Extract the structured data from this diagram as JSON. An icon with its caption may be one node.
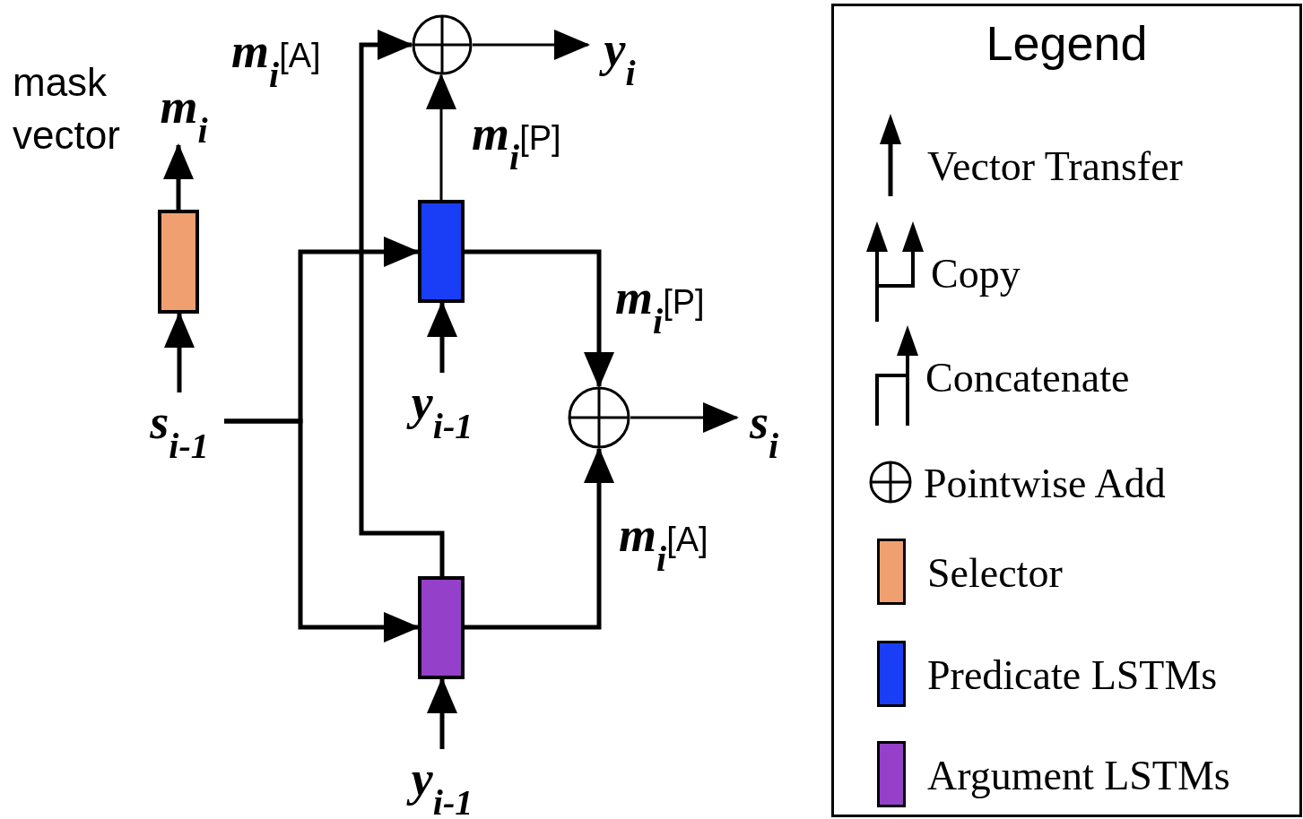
{
  "diagram": {
    "nodes": [
      {
        "text": [],
        "shape": "box"
      },
      {
        "text": [],
        "shape": "box"
      },
      {
        "text": [],
        "shape": "box"
      },
      {
        "text": [],
        "shape": "circle"
      },
      {
        "text": [],
        "shape": "circle"
      },
      {
        "text": [
          "m$_{i}$"
        ]
      },
      {
        "text": [
          "s$_{i-1}$"
        ]
      },
      {
        "text": [
          "y$_{i}$"
        ]
      },
      {
        "text": [
          "y$_{i-1}$"
        ]
      },
      {
        "text": [
          "s$_{i}$"
        ]
      },
      {
        "text": [
          "y$_{i-1}$"
        ]
      }
    ],
    "edges": [
      {
        "from": 6,
        "to": 0,
        "arrow": "to"
      },
      {
        "from": 0,
        "to": 5,
        "arrow": "to"
      },
      {
        "from": 6,
        "to": 1,
        "arrow": "to"
      },
      {
        "from": 6,
        "to": 2,
        "arrow": "to"
      },
      {
        "from": 8,
        "to": 1,
        "arrow": "to"
      },
      {
        "from": 10,
        "to": 2,
        "arrow": "to"
      },
      {
        "from": 1,
        "to": 3,
        "arrow": "to",
        "label": "**m$_{i}$**[P]"
      },
      {
        "from": 2,
        "to": 3,
        "arrow": "to",
        "label": "**m$_{i}$**[A]"
      },
      {
        "from": 1,
        "to": 4,
        "arrow": "to",
        "label": "**m$_{i}$**[P]"
      },
      {
        "from": 2,
        "to": 4,
        "arrow": "to",
        "label": "**m$_{i}$**[A]"
      },
      {
        "from": 3,
        "to": 7,
        "arrow": "to"
      },
      {
        "from": 4,
        "to": 9,
        "arrow": "to"
      }
    ],
    "labels": [
      "mask vector",
      "Legend"
    ],
    "legend": [
      {
        "text": "Vector Transfer"
      },
      {
        "text": "Copy"
      },
      {
        "text": "Concatenate"
      },
      {
        "text": "Pointwise Add"
      },
      {
        "text": "Selector",
        "color": "#f0a070"
      },
      {
        "text": "Predicate LSTMs",
        "color": "#1a3ef5"
      },
      {
        "text": "Argument LSTMs",
        "color": "#9440c8"
      }
    ]
  }
}
